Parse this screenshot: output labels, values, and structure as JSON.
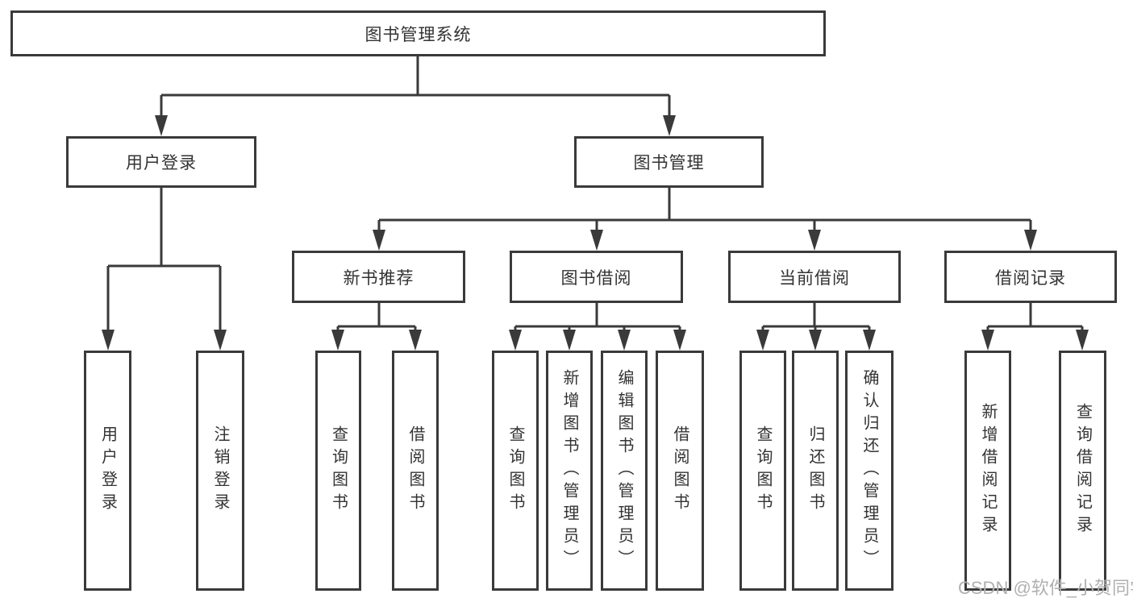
{
  "root": {
    "label": "图书管理系统",
    "children": [
      {
        "label": "用户登录",
        "children": [
          {
            "label": "用户登录"
          },
          {
            "label": "注销登录"
          }
        ]
      },
      {
        "label": "图书管理",
        "children": [
          {
            "label": "新书推荐",
            "children": [
              {
                "label": "查询图书"
              },
              {
                "label": "借阅图书"
              }
            ]
          },
          {
            "label": "图书借阅",
            "children": [
              {
                "label": "查询图书"
              },
              {
                "label": "新增图书（管理员）"
              },
              {
                "label": "编辑图书（管理员）"
              },
              {
                "label": "借阅图书"
              }
            ]
          },
          {
            "label": "当前借阅",
            "children": [
              {
                "label": "查询图书"
              },
              {
                "label": "归还图书"
              },
              {
                "label": "确认归还（管理员）"
              }
            ]
          },
          {
            "label": "借阅记录",
            "children": [
              {
                "label": "新增借阅记录"
              },
              {
                "label": "查询借阅记录"
              }
            ]
          }
        ]
      }
    ]
  },
  "watermark": "CSDN @软件_小贺同学",
  "colors": {
    "line": "#3a3a3a",
    "box_border": "#3a3a3a",
    "text": "#333333",
    "background": "#ffffff",
    "watermark": "#b0b0b0"
  }
}
